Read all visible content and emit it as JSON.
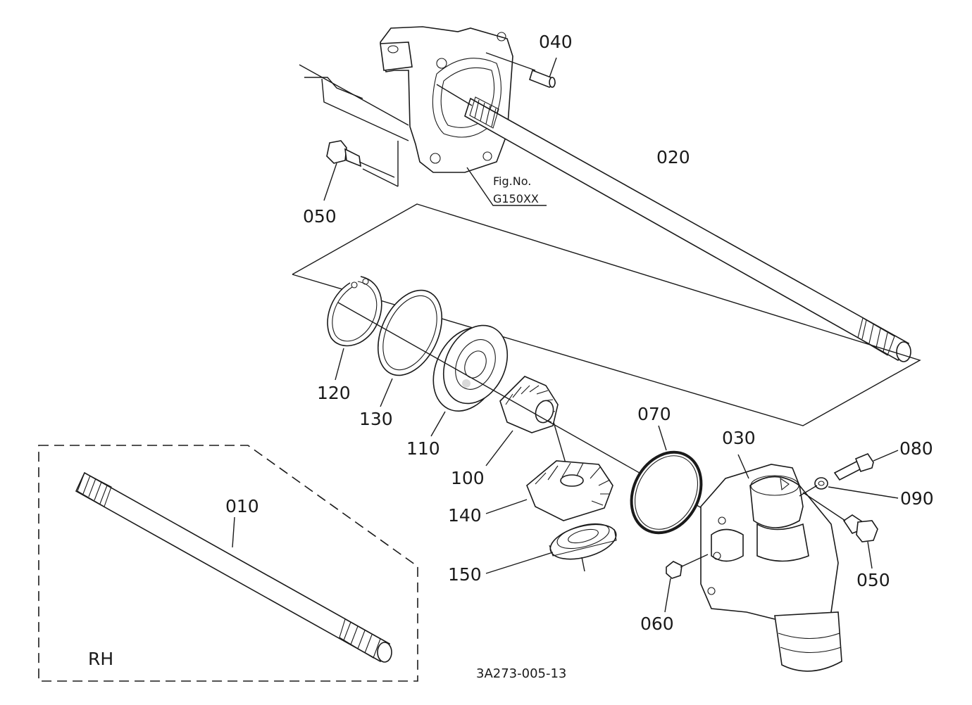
{
  "callouts": {
    "p010": "010",
    "p020": "020",
    "p030": "030",
    "p040": "040",
    "p050_top": "050",
    "p050_right": "050",
    "p060": "060",
    "p070": "070",
    "p080": "080",
    "p090": "090",
    "p100": "100",
    "p110": "110",
    "p120": "120",
    "p130": "130",
    "p140": "140",
    "p150": "150"
  },
  "figure_ref": {
    "line1": "Fig.No.",
    "line2": "G150XX"
  },
  "inset_label": "RH",
  "drawing_code": "3A273-005-13"
}
